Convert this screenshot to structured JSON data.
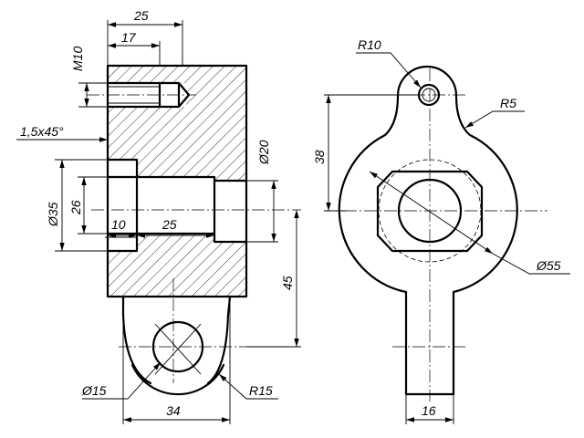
{
  "title": "",
  "section_view": {
    "dims": {
      "d25_top": "25",
      "d17": "17",
      "m10": "M10",
      "chamfer": "1,5x45°",
      "d20": "Ø20",
      "d35": "Ø35",
      "d26": "26",
      "d10": "10",
      "d25_inner": "25",
      "d45": "45",
      "d15": "Ø15",
      "r15": "R15",
      "d34": "34"
    }
  },
  "side_view": {
    "dims": {
      "r10": "R10",
      "r5": "R5",
      "d38": "38",
      "d55": "Ø55",
      "d16": "16"
    }
  }
}
